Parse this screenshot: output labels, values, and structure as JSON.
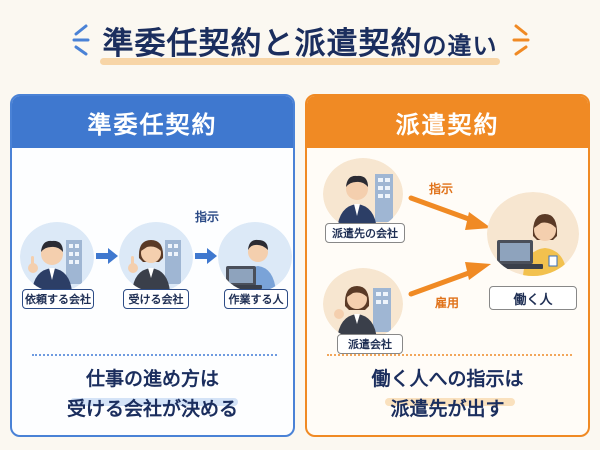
{
  "title": {
    "part1": "準委任契約と派遣契約",
    "part2": "の違い"
  },
  "left_panel": {
    "heading": "準委任契約",
    "instruction_label": "指示",
    "people": [
      {
        "label": "依頼する会社"
      },
      {
        "label": "受ける会社"
      },
      {
        "label": "作業する人"
      }
    ],
    "summary_line1": "仕事の進め方は",
    "summary_line2": "受ける会社が決める"
  },
  "right_panel": {
    "heading": "派遣契約",
    "instruction_label": "指示",
    "employment_label": "雇用",
    "people": [
      {
        "label": "派遣先の会社"
      },
      {
        "label": "派遣会社"
      },
      {
        "label": "働く人"
      }
    ],
    "summary_line1": "働く人への指示は",
    "summary_line2": "派遣先が出す"
  },
  "colors": {
    "left_accent": "#3f78cf",
    "right_accent": "#f08a24",
    "title_navy": "#1b2e5e"
  }
}
